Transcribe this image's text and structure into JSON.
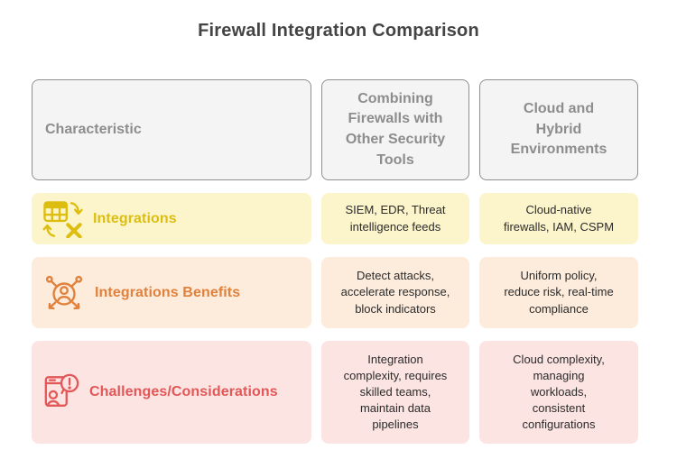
{
  "title": "Firewall Integration Comparison",
  "columns": [
    {
      "label": "Characteristic"
    },
    {
      "label": "Combining\nFirewalls with\nOther Security\nTools"
    },
    {
      "label": "Cloud and\nHybrid\nEnvironments"
    }
  ],
  "rows": [
    {
      "label": "Integrations",
      "icon": "table-sync-icon",
      "fg": "#ddbe10",
      "bg": "#fcf5cc",
      "cells": [
        "SIEM, EDR, Threat\nintelligence feeds",
        "Cloud-native\nfirewalls, IAM, CSPM"
      ]
    },
    {
      "label": "Integrations Benefits",
      "icon": "user-network-icon",
      "fg": "#e0813c",
      "bg": "#fdecdc",
      "cells": [
        "Detect attacks,\naccelerate response,\nblock indicators",
        "Uniform policy,\nreduce risk, real-time\ncompliance"
      ]
    },
    {
      "label": "Challenges/Considerations",
      "icon": "report-alert-icon",
      "fg": "#e25757",
      "bg": "#fce4e2",
      "cells": [
        "Integration\ncomplexity, requires\nskilled teams,\nmaintain data\npipelines",
        "Cloud complexity,\nmanaging\nworkloads,\nconsistent\nconfigurations"
      ]
    }
  ],
  "colors": {
    "page_bg": "#ffffff",
    "title": "#444444",
    "header_bg": "#f4f4f4",
    "header_border": "#8f8f8f",
    "header_text": "#8d8d8d",
    "body_text": "#2b2b2b"
  }
}
